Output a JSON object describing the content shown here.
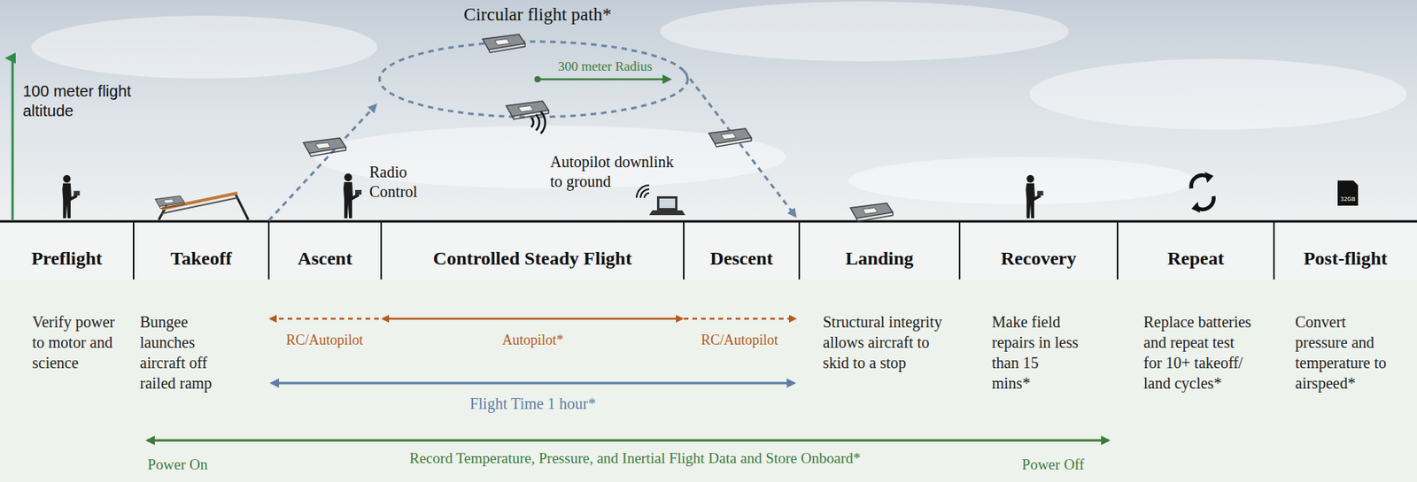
{
  "diagram": {
    "nodes": [
      {
        "text": [
          "Preflight",
          "Verify power to motor and science"
        ]
      },
      {
        "text": [
          "Takeoff",
          "Bungee launches aircraft off railed ramp"
        ]
      },
      {
        "text": [
          "Ascent"
        ]
      },
      {
        "text": [
          "Controlled Steady Flight"
        ]
      },
      {
        "text": [
          "Descent"
        ]
      },
      {
        "text": [
          "Landing",
          "Structural integrity allows aircraft to skid to a stop"
        ]
      },
      {
        "text": [
          "Recovery",
          "Make field repairs in less than 15 mins*"
        ]
      },
      {
        "text": [
          "Repeat",
          "Replace batteries and repeat test for 10+ takeoff/ land cycles*"
        ]
      },
      {
        "text": [
          "Post-flight",
          "Convert pressure and temperature to airspeed*"
        ]
      }
    ],
    "labels": [
      "Circular flight path*",
      "300 meter Radius",
      "100 meter flight altitude",
      "Radio Control",
      "Autopilot downlink to ground",
      "RC/Autopilot",
      "Autopilot*",
      "RC/Autopilot",
      "Flight Time 1 hour*",
      "Power On",
      "Record Temperature, Pressure, and Inertial Flight Data and Store Onboard*",
      "Power Off",
      "32GB"
    ]
  }
}
